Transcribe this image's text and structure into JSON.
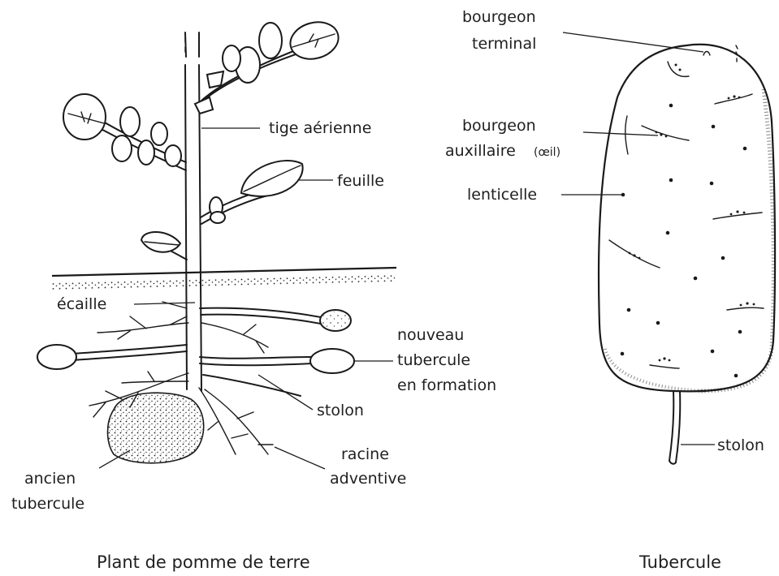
{
  "left_panel": {
    "caption": "Plant de pomme de terre",
    "labels": {
      "tige": "tige aérienne",
      "feuille": "feuille",
      "ecaille": "écaille",
      "nouveau_1": "nouveau",
      "nouveau_2": "tubercule",
      "nouveau_3": "en formation",
      "stolon": "stolon",
      "racine_1": "racine",
      "racine_2": "adventive",
      "ancien_1": "ancien",
      "ancien_2": "tubercule"
    }
  },
  "right_panel": {
    "caption": "Tubercule",
    "labels": {
      "bourgeon_t_1": "bourgeon",
      "bourgeon_t_2": "terminal",
      "bourgeon_a_1": "bourgeon",
      "bourgeon_a_2": "auxillaire",
      "bourgeon_a_3": "(œil)",
      "lenticelle": "lenticelle",
      "stolon": "stolon"
    }
  },
  "colors": {
    "ink": "#1a1a1a",
    "background": "#ffffff"
  }
}
